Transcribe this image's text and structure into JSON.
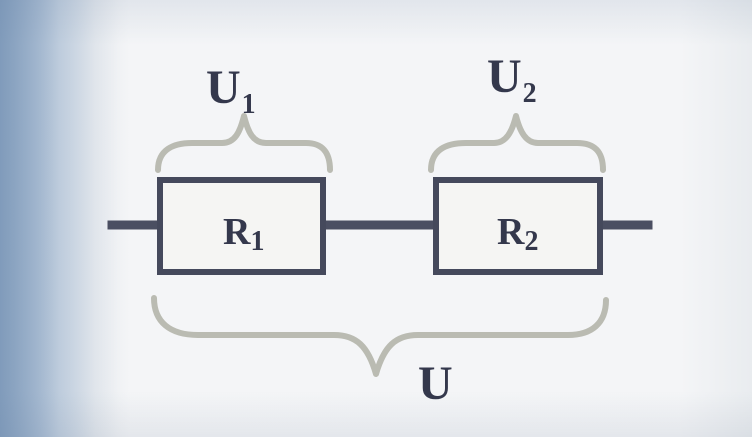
{
  "diagram": {
    "resistors": [
      {
        "label": "R",
        "sub": "1"
      },
      {
        "label": "R",
        "sub": "2"
      }
    ],
    "voltages": {
      "u1": {
        "label": "U",
        "sub": "1"
      },
      "u2": {
        "label": "U",
        "sub": "2"
      },
      "total": {
        "label": "U"
      }
    }
  }
}
